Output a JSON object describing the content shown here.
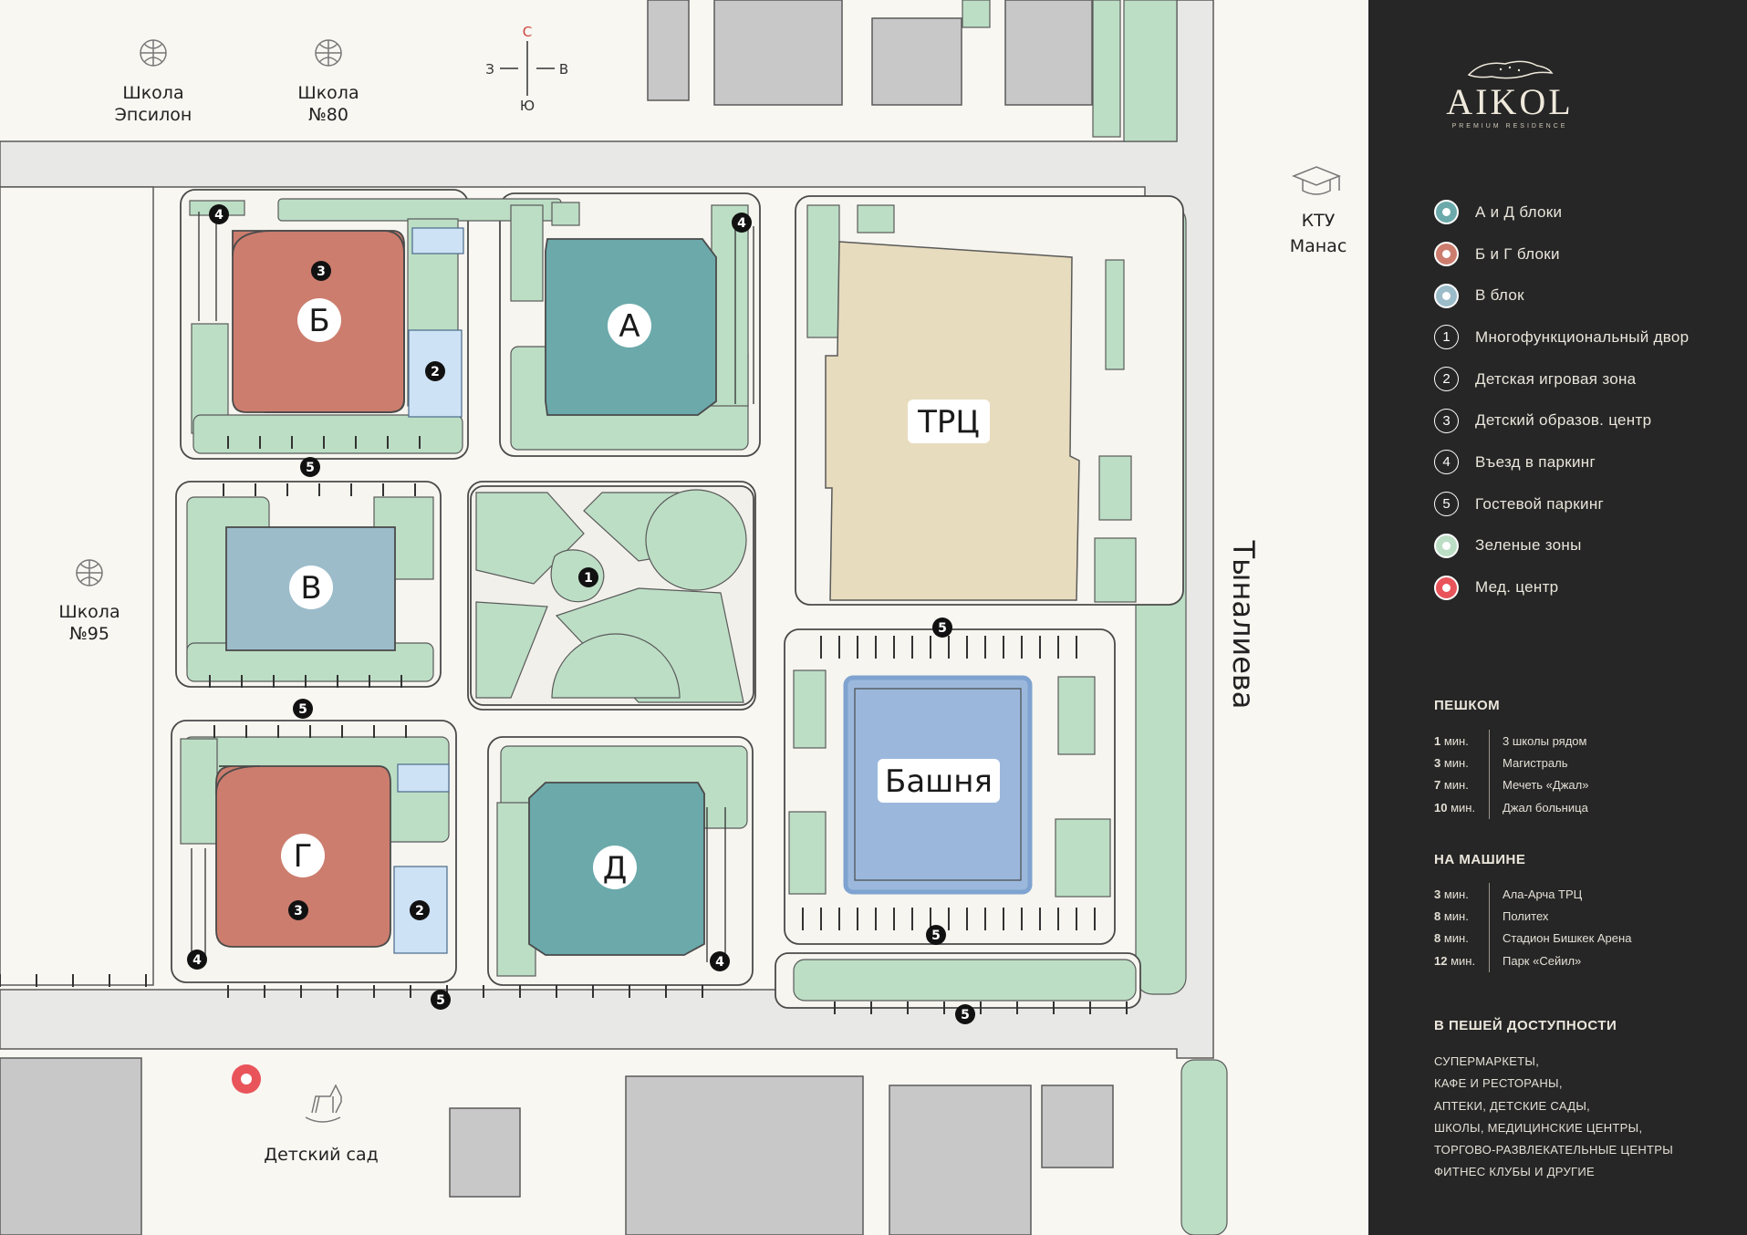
{
  "map": {
    "buildings": {
      "b": "Б",
      "a": "А",
      "v": "В",
      "g": "Г",
      "d": "Д",
      "trc": "ТРЦ",
      "tower": "Башня"
    },
    "poi": {
      "school_epsilon": [
        "Школа",
        "Эпсилон"
      ],
      "school_80": [
        "Школа",
        "№80"
      ],
      "school_95": [
        "Школа",
        "№95"
      ],
      "ktu": [
        "КТУ",
        "Манас"
      ],
      "kindergarten": "Детский сад"
    },
    "street": "Тыналиева",
    "compass": {
      "n": "С",
      "s": "Ю",
      "w": "З",
      "e": "В"
    },
    "markers": [
      "1",
      "2",
      "3",
      "4",
      "5"
    ],
    "colors": {
      "teal": "#6ba9ab",
      "terracotta": "#cc7d6e",
      "light_blue": "#9cbcca",
      "tower_blue": "#9bb8dc",
      "green": "#bcdec5",
      "trc": "#e8dcbe",
      "med": "#e9545b",
      "road": "#e8e8e6",
      "gray": "#c8c8c8"
    }
  },
  "sidebar": {
    "logo": {
      "word": "AIKOL",
      "sub": "PREMIUM RESIDENCE"
    },
    "legend": [
      {
        "swatch": "dot",
        "color": "#6ba9ab",
        "label": "А и Д блоки"
      },
      {
        "swatch": "dot",
        "color": "#cc7d6e",
        "label": "Б и Г блоки"
      },
      {
        "swatch": "dot",
        "color": "#9cbcca",
        "label": "В блок"
      },
      {
        "swatch": "num",
        "num": "1",
        "label": "Многофункциональный двор"
      },
      {
        "swatch": "num",
        "num": "2",
        "label": "Детская игровая зона"
      },
      {
        "swatch": "num",
        "num": "3",
        "label": "Детский образов. центр"
      },
      {
        "swatch": "num",
        "num": "4",
        "label": "Въезд в паркинг"
      },
      {
        "swatch": "num",
        "num": "5",
        "label": "Гостевой паркинг"
      },
      {
        "swatch": "dot",
        "color": "#bcdec5",
        "label": "Зеленые зоны"
      },
      {
        "swatch": "dot",
        "color": "#e9545b",
        "label": "Мед. центр"
      }
    ],
    "walk": {
      "title": "ПЕШКОМ",
      "rows": [
        {
          "time": "1",
          "unit": "мин.",
          "place": "3 школы рядом"
        },
        {
          "time": "3",
          "unit": "мин.",
          "place": "Магистраль"
        },
        {
          "time": "7",
          "unit": "мин.",
          "place": "Мечеть «Джал»"
        },
        {
          "time": "10",
          "unit": "мин.",
          "place": "Джал больница"
        }
      ]
    },
    "car": {
      "title": "НА МАШИНЕ",
      "rows": [
        {
          "time": "3",
          "unit": "мин.",
          "place": "Ала-Арча ТРЦ"
        },
        {
          "time": "8",
          "unit": "мин.",
          "place": "Политех"
        },
        {
          "time": "8",
          "unit": "мин.",
          "place": "Стадион Бишкек Арена"
        },
        {
          "time": "12",
          "unit": "мин.",
          "place": "Парк «Сейил»"
        }
      ]
    },
    "nearby": {
      "title": "В ПЕШЕЙ ДОСТУПНОСТИ",
      "lines": [
        "СУПЕРМАРКЕТЫ,",
        "КАФЕ И РЕСТОРАНЫ,",
        "АПТЕКИ, ДЕТСКИЕ САДЫ,",
        "ШКОЛЫ, МЕДИЦИНСКИЕ ЦЕНТРЫ,",
        "ТОРГОВО-РАЗВЛЕКАТЕЛЬНЫЕ ЦЕНТРЫ",
        "ФИТНЕС КЛУБЫ  И ДРУГИЕ"
      ]
    }
  }
}
